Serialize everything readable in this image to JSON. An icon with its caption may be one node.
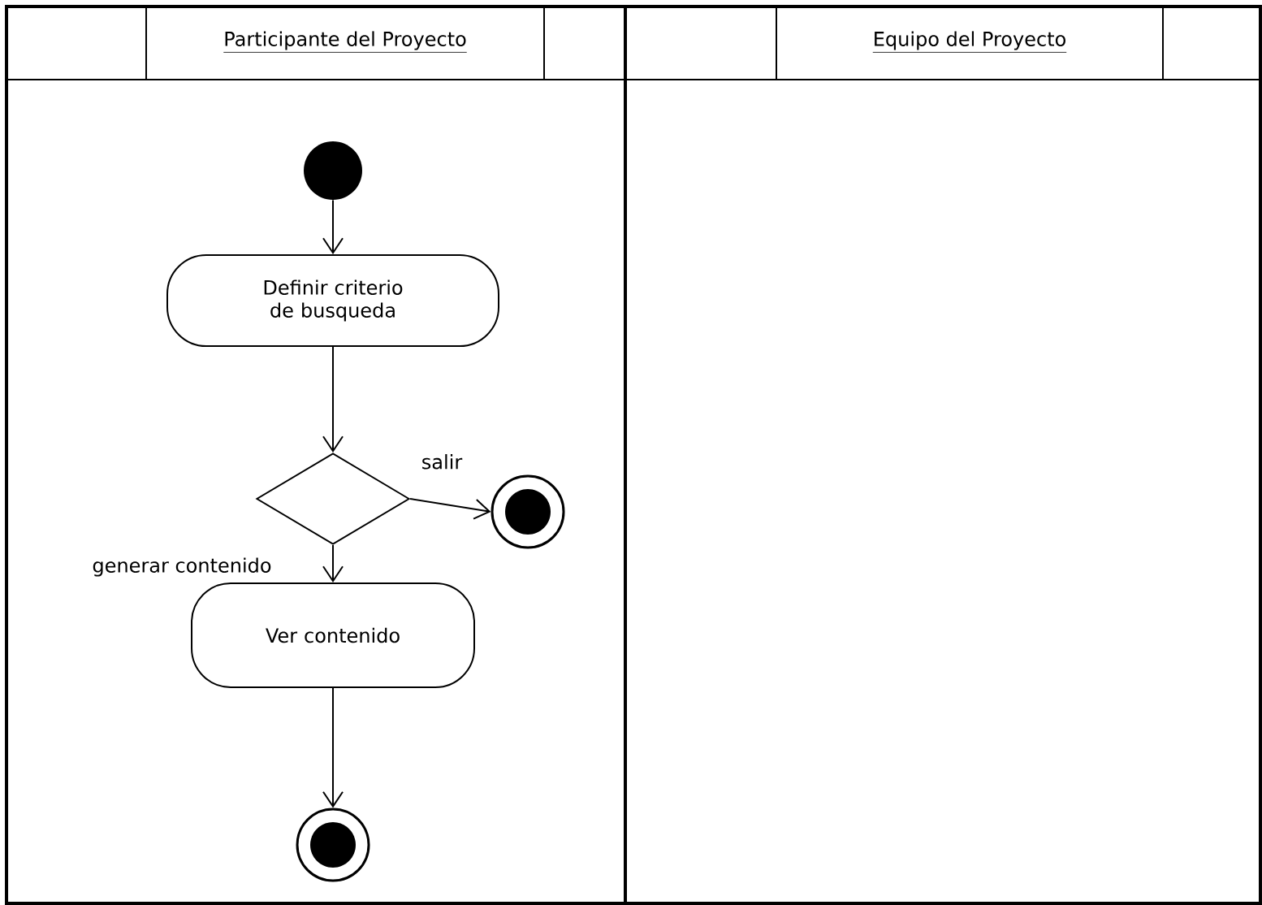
{
  "diagram": {
    "nodes": [
      {
        "text": [
          "Participante del Proyecto"
        ]
      },
      {
        "text": [
          "Equipo del Proyecto"
        ]
      },
      {
        "text": [],
        "shape": "circle",
        "in": 0
      },
      {
        "text": [
          "Definir criterio de busqueda"
        ],
        "in": 0
      },
      {
        "text": [],
        "shape": "diamond",
        "in": 0
      },
      {
        "text": [],
        "shape": "circle",
        "in": 0
      },
      {
        "text": [
          "Ver contenido"
        ],
        "in": 0
      },
      {
        "text": [],
        "shape": "circle",
        "in": 0
      }
    ],
    "edges": [
      {
        "from": 2,
        "to": 3,
        "arrow": "to"
      },
      {
        "from": 3,
        "to": 4,
        "arrow": "to"
      },
      {
        "from": 4,
        "to": 5,
        "arrow": "to",
        "label": "salir"
      },
      {
        "from": 4,
        "to": 6,
        "arrow": "to",
        "label": "generar contenido"
      },
      {
        "from": 6,
        "to": 7,
        "arrow": "to"
      }
    ]
  }
}
